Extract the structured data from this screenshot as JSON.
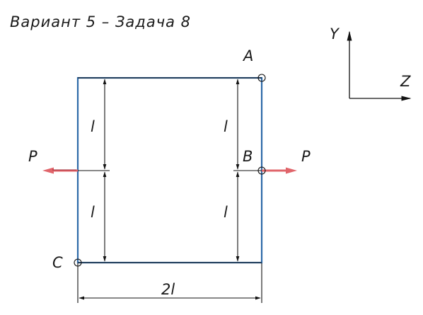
{
  "title": "Вариант 5 – Задача 8",
  "axes": {
    "y": "Y",
    "z": "Z"
  },
  "points": {
    "a": "A",
    "b": "B",
    "c": "C"
  },
  "force_left": "P",
  "force_right": "P",
  "dims": {
    "left_top": "l",
    "left_bottom": "l",
    "right_top": "l",
    "right_bottom": "l",
    "width": "2l"
  },
  "colors": {
    "frame": "#2e6aa8",
    "force": "#e0646a",
    "force_dark": "#9a2530",
    "line": "#111111"
  }
}
